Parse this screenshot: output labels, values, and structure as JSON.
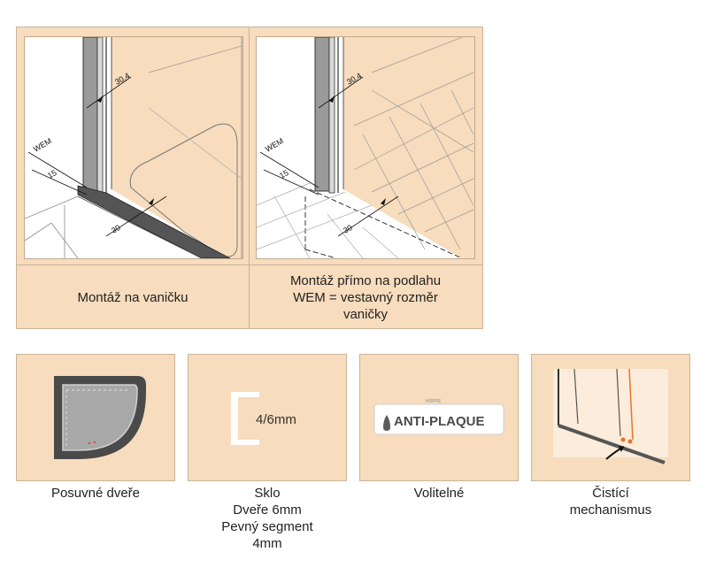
{
  "top_section": {
    "left": {
      "dimension_labels": {
        "wem": "WEM",
        "d15": "15",
        "d30_4": "30,4",
        "d30": "30"
      },
      "caption_lines": [
        "Montáž na vaničku"
      ]
    },
    "right": {
      "dimension_labels": {
        "wem": "WEM",
        "d15": "15",
        "d30_4": "30,4",
        "d30": "30"
      },
      "caption_lines": [
        "Montáž přímo na podlahu",
        "WEM = vestavný rozměr",
        "vaničky"
      ]
    }
  },
  "features": [
    {
      "label_lines": [
        "Posuvné dveře"
      ],
      "icon": "quarter-round-enclosure-icon"
    },
    {
      "label_lines": [
        "Sklo",
        "Dveře 6mm",
        "Pevný segment",
        "4mm"
      ],
      "icon": "glass-profile-icon",
      "icon_text": "4/6mm"
    },
    {
      "label_lines": [
        "Volitelné"
      ],
      "icon": "anti-plaque-logo",
      "brand_small": "HÜPPE",
      "brand_text": "ANTI-PLAQUE"
    },
    {
      "label_lines": [
        "Čistící",
        "mechanismus"
      ],
      "icon": "cleaning-mechanism-icon"
    }
  ],
  "colors": {
    "panel": "#f7dcbd",
    "border": "#c9b49a",
    "accent_orange": "#e8742a"
  }
}
